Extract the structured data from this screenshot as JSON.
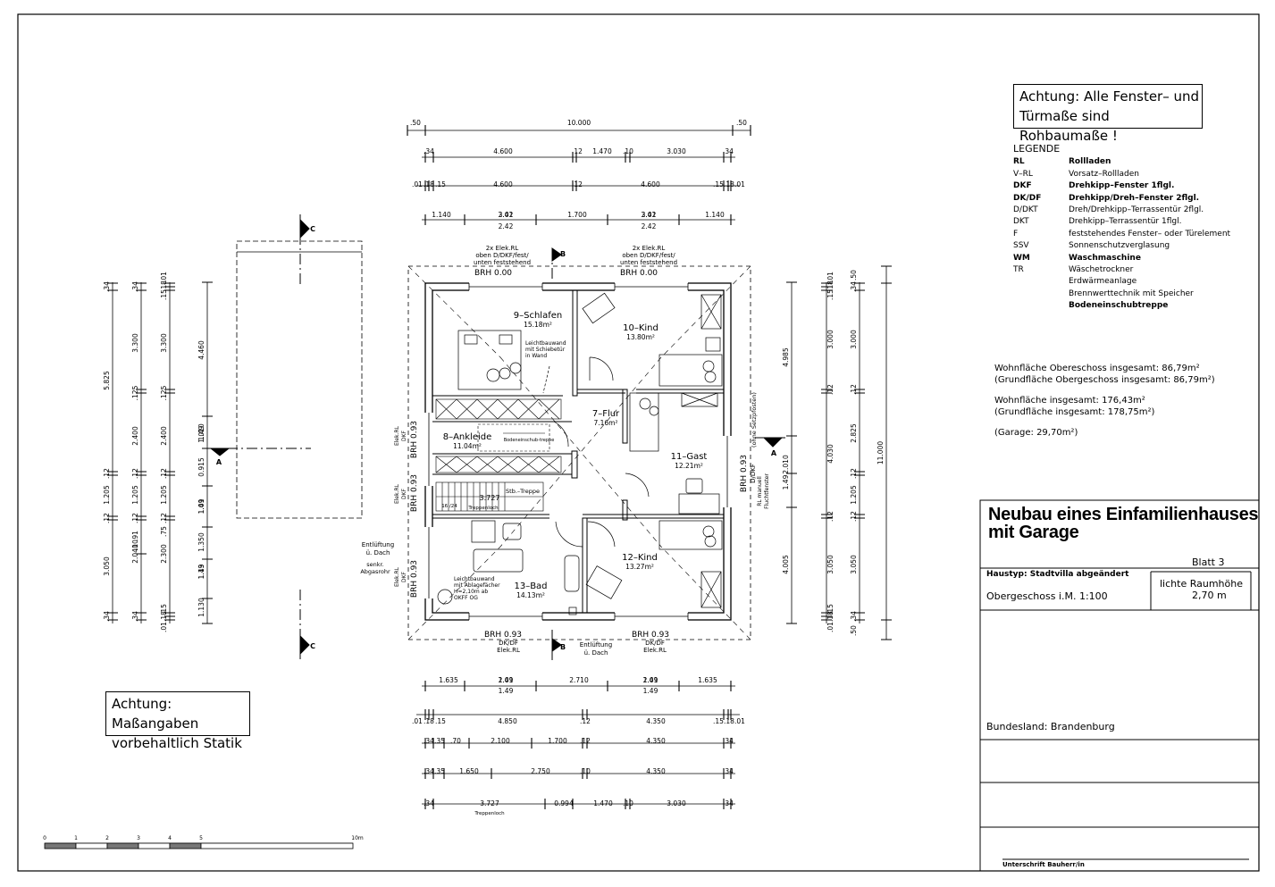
{
  "notes": {
    "top_right": [
      "Achtung:  Alle Fenster– und",
      "Türmaße sind Rohbaumaße !"
    ],
    "bottom_left": [
      "Achtung:  Maßangaben",
      "vorbehaltlich  Statik"
    ]
  },
  "legend": {
    "title": "LEGENDE",
    "items": [
      {
        "key": "RL",
        "text": "Rollladen",
        "bold": true
      },
      {
        "key": "V–RL",
        "text": "Vorsatz–Rollladen",
        "bold": false
      },
      {
        "key": "DKF",
        "text": "Drehkipp–Fenster 1flgl.",
        "bold": true
      },
      {
        "key": "DK/DF",
        "text": "Drehkipp/Dreh–Fenster 2flgl.",
        "bold": true
      },
      {
        "key": "D/DKT",
        "text": "Dreh/Drehkipp–Terrassentür 2flgl.",
        "bold": false
      },
      {
        "key": "DKT",
        "text": "Drehkipp–Terrassentür 1flgl.",
        "bold": false
      },
      {
        "key": "F",
        "text": "feststehendes Fenster– oder Türelement",
        "bold": false
      },
      {
        "key": "SSV",
        "text": "Sonnenschutzverglasung",
        "bold": false
      },
      {
        "key": "WM",
        "text": "Waschmaschine",
        "bold": true
      },
      {
        "key": "TR",
        "text": "Wäschetrockner",
        "bold": false
      },
      {
        "key": "",
        "text": "Erdwärmeanlage",
        "bold": false
      },
      {
        "key": "",
        "text": "Brennwerttechnik mit Speicher",
        "bold": false
      },
      {
        "key": "",
        "text": "Bodeneinschubtreppe",
        "bold": true
      }
    ]
  },
  "areas": {
    "og": "Wohnfläche Obereschoss insgesamt: 86,79m²",
    "og_grund": "(Grundfläche Obergeschoss insgesamt: 86,79m²)",
    "total": "Wohnfläche insgesamt: 176,43m²",
    "total_grund": "(Grundfläche insgesamt: 178,75m²)",
    "garage": "(Garage: 29,70m²)"
  },
  "title_block": {
    "title_line1": "Neubau eines Einfamilienhauses",
    "title_line2": "mit Garage",
    "blatt": "Blatt 3",
    "haustyp": "Haustyp: Stadtvilla abgeändert",
    "geschoss": "Obergeschoss i.M. 1:100",
    "raumhoehe_label": "lichte Raumhöhe",
    "raumhoehe_value": "2,70 m",
    "bundesland": "Bundesland:  Brandenburg",
    "signature": "Unterschrift Bauherr/in"
  },
  "rooms": [
    {
      "name": "9–Schlafen",
      "area": "15.18m²"
    },
    {
      "name": "10–Kind",
      "area": "13.80m²"
    },
    {
      "name": "7–Flur",
      "area": "7.16m²"
    },
    {
      "name": "8–Ankleide",
      "area": "11.04m²"
    },
    {
      "name": "11–Gast",
      "area": "12.21m²"
    },
    {
      "name": "12–Kind",
      "area": "13.27m²"
    },
    {
      "name": "13–Bad",
      "area": "14.13m²"
    }
  ],
  "annotations": {
    "top_left_window": [
      "2x  Elek.RL",
      "oben  D/DKF/fest/",
      "unten  feststehend"
    ],
    "top_left_brh": "BRH  0.00",
    "top_right_window": [
      "2x  Elek.RL",
      "oben  D/DKF/fest/",
      "unten  feststehend"
    ],
    "top_right_brh": "BRH  0.00",
    "bottom_left_brh": "BRH  0.93",
    "bottom_left_win": [
      "DK/DF",
      "Elek.RL"
    ],
    "bottom_right_brh": "BRH  0.93",
    "bottom_right_win": [
      "DK/DF",
      "Elek.RL"
    ],
    "entlueftung_bottom": [
      "Entlüftung",
      "ü. Dach"
    ],
    "entlueftung_left": [
      "Entlüftung",
      "ü. Dach"
    ],
    "abgasrohr": [
      "senkr.",
      "Abgasrohr"
    ],
    "leichtbau1": [
      "Leichtbauwand",
      "mit  Schiebetür",
      "in  Wand"
    ],
    "leichtbau2": [
      "Leichtbauwand",
      "mit  Ablagefächer",
      "H=2,10m  ab",
      "OKFF  OG"
    ],
    "treppe": "Stb.–Treppe",
    "treppenloch": "Treppenloch",
    "bodeneinschub": "Bodeneinschub-treppe",
    "setzpfosten": "(ohne  Setzpfosten)",
    "rl_manuell": [
      "RL  manuell",
      "Fluchtfenster"
    ],
    "left_brh": [
      "BRH  0.93",
      "BRH  0.93",
      "BRH  0.93"
    ],
    "left_win": [
      "Elek.RL",
      "DKF",
      "Elek.RL",
      "DKF",
      "Elek.RL",
      "DKF"
    ],
    "right_brh": "BRH  0.93",
    "right_win": "D/DKF",
    "stair_small": "3.727",
    "stair_steps": "16  /24",
    "section_labels": [
      "C",
      "A",
      "B"
    ]
  },
  "dims": {
    "top_row1": [
      ".50",
      "10.000",
      ".50"
    ],
    "top_row2": [
      ".34",
      "4.600",
      ".12",
      "1.470",
      ".10",
      "3.030",
      ".34"
    ],
    "top_row3": [
      ".01",
      ".18",
      ".15",
      "4.600",
      ".12",
      "4.600",
      ".15",
      ".18",
      ".01"
    ],
    "top_row4": [
      "1.140",
      "3.01",
      "2.42",
      "1.700",
      "3.01",
      "2.42",
      "1.140"
    ],
    "bottom_row1": [
      "1.635",
      "2.01",
      "1.49",
      "2.710",
      "2.01",
      "1.49",
      "1.635"
    ],
    "bottom_row2": [
      ".01",
      ".18",
      ".15",
      "4.850",
      ".12",
      "4.350",
      ".15",
      ".18",
      ".01"
    ],
    "bottom_row3": [
      ".34",
      ".35",
      ".70",
      "2.100",
      "1.700",
      ".12",
      "4.350",
      ".34"
    ],
    "bottom_row4": [
      ".34",
      ".35",
      "1.650",
      "2.750",
      ".10",
      "4.350",
      ".34"
    ],
    "bottom_row5": [
      ".34",
      "3.727",
      "0.994",
      "1.470",
      "3.030",
      ".34",
      ".10"
    ],
    "left_col1": [
      ".34",
      "5.825",
      ".12",
      "1.205",
      ".12",
      "3.050",
      ".34"
    ],
    "left_col2": [
      ".34",
      "3.300",
      ".125",
      "2.400",
      ".12",
      "1.205",
      ".12",
      "2.040",
      ".91",
      ".10",
      ".34"
    ],
    "left_col3": [
      ".01",
      ".18",
      ".15",
      "3.300",
      ".125",
      "2.400",
      ".12",
      "1.205",
      ".12",
      "2.300",
      ".75",
      ".15",
      ".18",
      ".01"
    ],
    "left_col4": [
      "4.460",
      "1.010",
      "1.49",
      "0.915",
      "1.01",
      "1.49",
      "1.350",
      "1.13",
      "1.49",
      "1.130"
    ],
    "right_col1": [
      "4.985",
      "2.010",
      "1.49",
      "4.005"
    ],
    "right_col2": [
      ".01",
      ".18",
      ".15",
      "3.000",
      ".12",
      "4.030",
      ".12",
      "3.050",
      ".15",
      ".18",
      ".01"
    ],
    "right_col3": [
      ".50",
      ".34",
      "3.000",
      ".12",
      "2.825",
      ".12",
      "1.205",
      ".12",
      "3.050",
      ".34",
      ".50"
    ],
    "right_total": "11.000"
  },
  "scale_bar": {
    "ticks": [
      "0",
      "1",
      "2",
      "3",
      "4",
      "5",
      "10m"
    ]
  }
}
